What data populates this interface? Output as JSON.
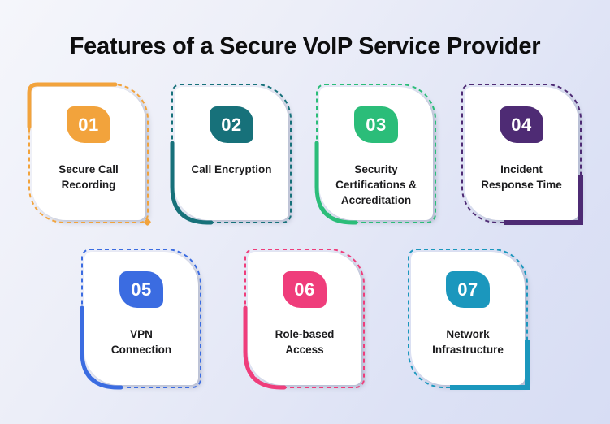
{
  "title": "Features of a Secure VoIP Service Provider",
  "background": {
    "gradient_from": "#f5f6fb",
    "gradient_to": "#d7ddf4"
  },
  "cards": [
    {
      "number": "01",
      "label": "Secure Call\nRecording",
      "color": "#F2A33C",
      "accent_position": "top-left"
    },
    {
      "number": "02",
      "label": "Call Encryption",
      "color": "#17717A",
      "accent_position": "bottom-left"
    },
    {
      "number": "03",
      "label": "Security\nCertifications &\nAccreditation",
      "color": "#2BBD79",
      "accent_position": "bottom-left"
    },
    {
      "number": "04",
      "label": "Incident\nResponse Time",
      "color": "#4E2B74",
      "accent_position": "bottom-right"
    },
    {
      "number": "05",
      "label": "VPN\nConnection",
      "color": "#3B6CE1",
      "accent_position": "bottom-left"
    },
    {
      "number": "06",
      "label": "Role-based\nAccess",
      "color": "#EF3D7B",
      "accent_position": "bottom-left"
    },
    {
      "number": "07",
      "label": "Network\nInfrastructure",
      "color": "#1B97BD",
      "accent_position": "bottom-right"
    }
  ]
}
